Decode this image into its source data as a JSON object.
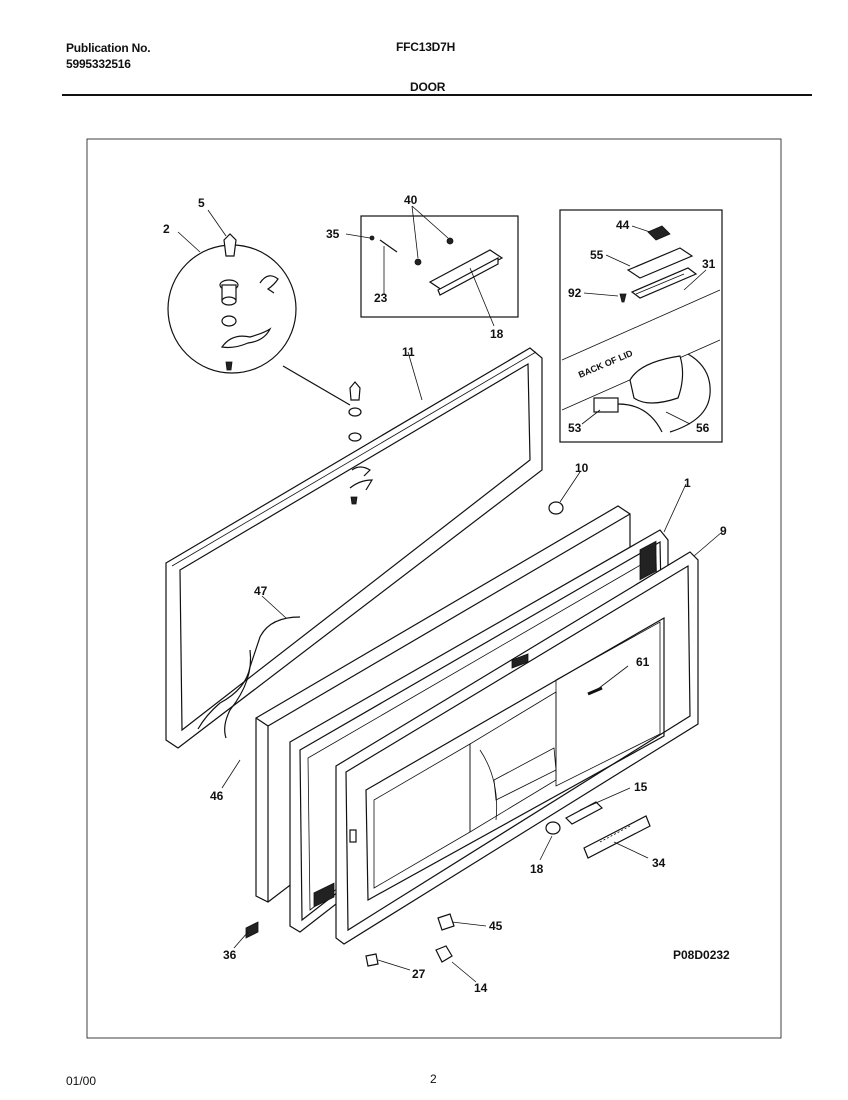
{
  "header": {
    "publication_label": "Publication No.",
    "publication_number": "5995332516",
    "model": "FFC13D7H",
    "section": "DOOR"
  },
  "diagram": {
    "callouts": {
      "c5": "5",
      "c2": "2",
      "c40": "40",
      "c35": "35",
      "c23": "23",
      "c18a": "18",
      "c44": "44",
      "c55": "55",
      "c31": "31",
      "c92": "92",
      "c53": "53",
      "c56": "56",
      "c11": "11",
      "c10": "10",
      "c1": "1",
      "c9": "9",
      "c47": "47",
      "c61": "61",
      "c46": "46",
      "c15": "15",
      "c18b": "18",
      "c34": "34",
      "c45": "45",
      "c36": "36",
      "c27": "27",
      "c14": "14"
    },
    "inset_label": "BACK OF LID",
    "figure_code": "P08D0232"
  },
  "footer": {
    "date": "01/00",
    "page": "2"
  }
}
